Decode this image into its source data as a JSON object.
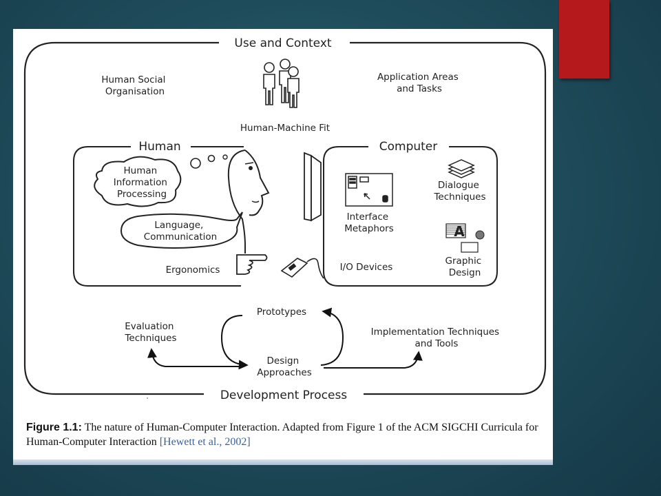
{
  "slide": {
    "accent_color": "#b5191b",
    "background_color": "#1f4d5c"
  },
  "diagram": {
    "outer_title": "Use and Context",
    "outer_bottom": "Development Process",
    "human_social": [
      "Human Social",
      "Organisation"
    ],
    "application_areas": [
      "Application Areas",
      "and Tasks"
    ],
    "human_machine_fit": "Human-Machine Fit",
    "human_box": {
      "title": "Human",
      "info_processing": [
        "Human",
        "Information",
        "Processing"
      ],
      "language": [
        "Language,",
        "Communication"
      ],
      "ergonomics": "Ergonomics"
    },
    "computer_box": {
      "title": "Computer",
      "dialogue": [
        "Dialogue",
        "Techniques"
      ],
      "interface": [
        "Interface",
        "Metaphors"
      ],
      "io_devices": "I/O Devices",
      "graphic": [
        "Graphic",
        "Design"
      ],
      "graphic_glyph": "A"
    },
    "process": {
      "prototypes": "Prototypes",
      "evaluation": [
        "Evaluation",
        "Techniques"
      ],
      "design": [
        "Design",
        "Approaches"
      ],
      "implementation": [
        "Implementation Techniques",
        "and Tools"
      ]
    }
  },
  "caption": {
    "figure_label": "Figure 1.1:",
    "text": " The nature of Human-Computer Interaction.  Adapted from Figure 1 of the ACM SIGCHI Curricula for Human-Computer Interaction ",
    "citation": "[Hewett et al., 2002]"
  }
}
